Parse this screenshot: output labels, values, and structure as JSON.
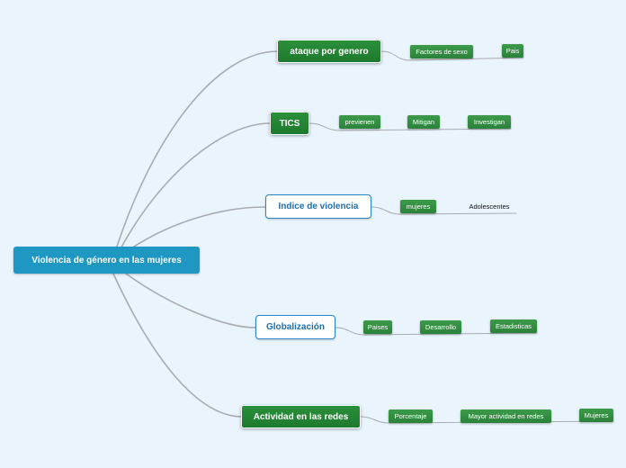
{
  "root": {
    "label": "Violencia de género en las mujeres"
  },
  "branches": [
    {
      "label": "ataque por genero",
      "leaves": [
        "Factores de sexo",
        "Pais"
      ]
    },
    {
      "label": "TICS",
      "leaves": [
        "previenen",
        "Mitigan",
        "Investigan"
      ]
    },
    {
      "label": "Indice de violencia",
      "leaves": [
        "mujeres",
        "Adolescentes"
      ]
    },
    {
      "label": "Globalización",
      "leaves": [
        "Paises",
        "Desarrollo",
        "Estadisticas"
      ]
    },
    {
      "label": "Actividad en las redes",
      "leaves": [
        "Porcentaje",
        "Mayor actividad en redes",
        "Mujeres"
      ]
    }
  ],
  "colors": {
    "background": "#e9f4fc",
    "root": "#1e98c2",
    "green_node": "#1e7a2e",
    "blue_outline": "#2a86c8",
    "connector": "#a8acb0"
  }
}
